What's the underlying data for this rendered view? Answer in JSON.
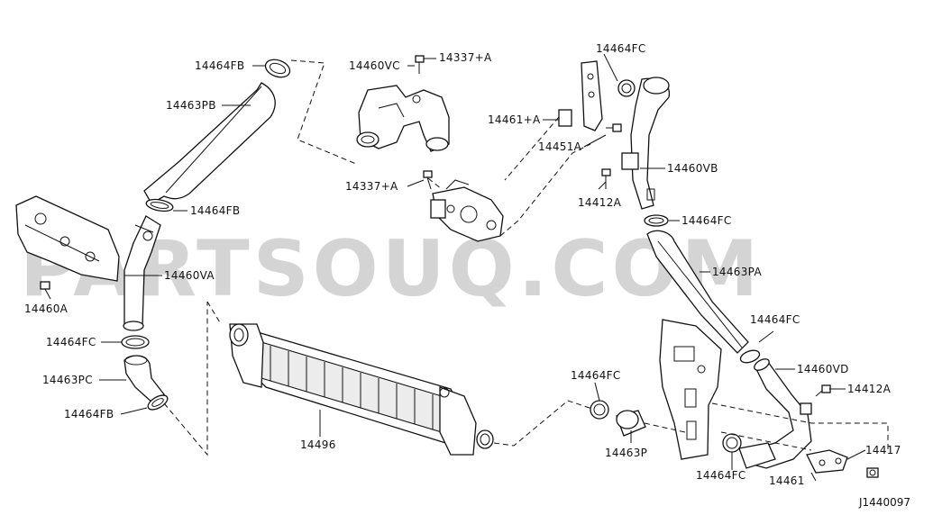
{
  "watermark": "PARTSOUQ.COM",
  "diagram_code": "J1440097",
  "labels": {
    "l14464FB_top": "14464FB",
    "l14463PB": "14463PB",
    "l14464FB_mid": "14464FB",
    "l14460A": "14460A",
    "l14460VA": "14460VA",
    "l14464FC_left": "14464FC",
    "l14463PC": "14463PC",
    "l14464FB_bot": "14464FB",
    "l14460VC": "14460VC",
    "l14337A_top": "14337+A",
    "l14337A_bot": "14337+A",
    "l14464FC_top": "14464FC",
    "l14461A": "14461+A",
    "l14451A": "14451A",
    "l14460VB": "14460VB",
    "l14412A_top": "14412A",
    "l14464FC_right": "14464FC",
    "l14463PA": "14463PA",
    "l14464FC_mr": "14464FC",
    "l14460VD": "14460VD",
    "l14412A_right": "14412A",
    "l14417": "14417",
    "l14461": "14461",
    "l14464FC_br": "14464FC",
    "l14464FC_center": "14464FC",
    "l14463P": "14463P",
    "l14496": "14496"
  }
}
